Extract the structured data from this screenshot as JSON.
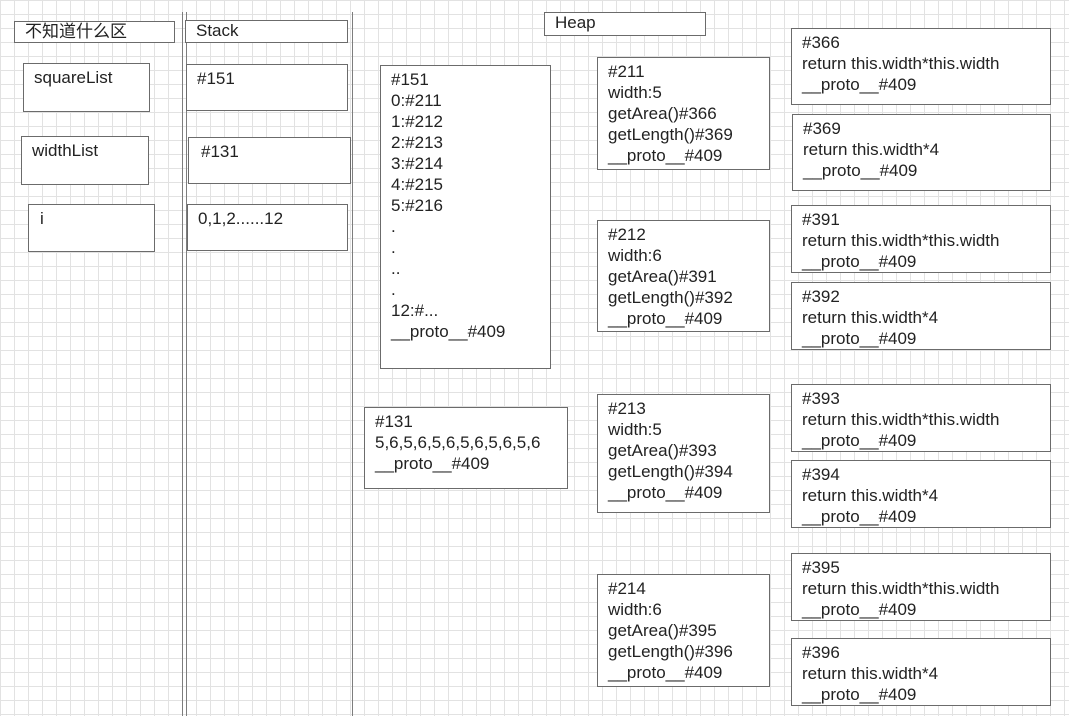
{
  "headers": {
    "unknown": "不知道什么区",
    "stack": "Stack",
    "heap": "Heap"
  },
  "variables": [
    {
      "id": "var-square-list",
      "label": "squareList"
    },
    {
      "id": "var-width-list",
      "label": "widthList"
    },
    {
      "id": "var-i",
      "label": "i"
    }
  ],
  "stack_values": [
    {
      "id": "stack-151",
      "label": "#151"
    },
    {
      "id": "stack-131",
      "label": "#131"
    },
    {
      "id": "stack-i-values",
      "label": "0,1,2......12"
    }
  ],
  "heap_objects": [
    {
      "id": "heap-151",
      "lines": [
        "#151",
        "0:#211",
        "1:#212",
        "2:#213",
        "3:#214",
        "4:#215",
        "5:#216",
        ".",
        ".",
        "..",
        ".",
        "12:#...",
        "__proto__#409"
      ]
    },
    {
      "id": "heap-131",
      "lines": [
        "#131",
        "5,6,5,6,5,6,5,6,5,6,5,6",
        "__proto__#409"
      ]
    },
    {
      "id": "heap-211",
      "lines": [
        "#211",
        "width:5",
        "getArea()#366",
        "getLength()#369",
        "__proto__#409"
      ]
    },
    {
      "id": "heap-212",
      "lines": [
        "#212",
        "width:6",
        "getArea()#391",
        "getLength()#392",
        "__proto__#409"
      ]
    },
    {
      "id": "heap-213",
      "lines": [
        "#213",
        "width:5",
        "getArea()#393",
        "getLength()#394",
        "__proto__#409"
      ]
    },
    {
      "id": "heap-214",
      "lines": [
        "#214",
        "width:6",
        "getArea()#395",
        "getLength()#396",
        "__proto__#409"
      ]
    },
    {
      "id": "heap-366",
      "lines": [
        "#366",
        "return this.width*this.width",
        "__proto__#409"
      ]
    },
    {
      "id": "heap-369",
      "lines": [
        "#369",
        "return this.width*4",
        "__proto__#409"
      ]
    },
    {
      "id": "heap-391",
      "lines": [
        "#391",
        "return this.width*this.width",
        "__proto__#409"
      ]
    },
    {
      "id": "heap-392",
      "lines": [
        "#392",
        "return this.width*4",
        "__proto__#409"
      ]
    },
    {
      "id": "heap-393",
      "lines": [
        "#393",
        "return this.width*this.width",
        "__proto__#409"
      ]
    },
    {
      "id": "heap-394",
      "lines": [
        "#394",
        "return this.width*4",
        "__proto__#409"
      ]
    },
    {
      "id": "heap-395",
      "lines": [
        "#395",
        "return this.width*this.width",
        "__proto__#409"
      ]
    },
    {
      "id": "heap-396",
      "lines": [
        "#396",
        "return this.width*4",
        "__proto__#409"
      ]
    }
  ]
}
